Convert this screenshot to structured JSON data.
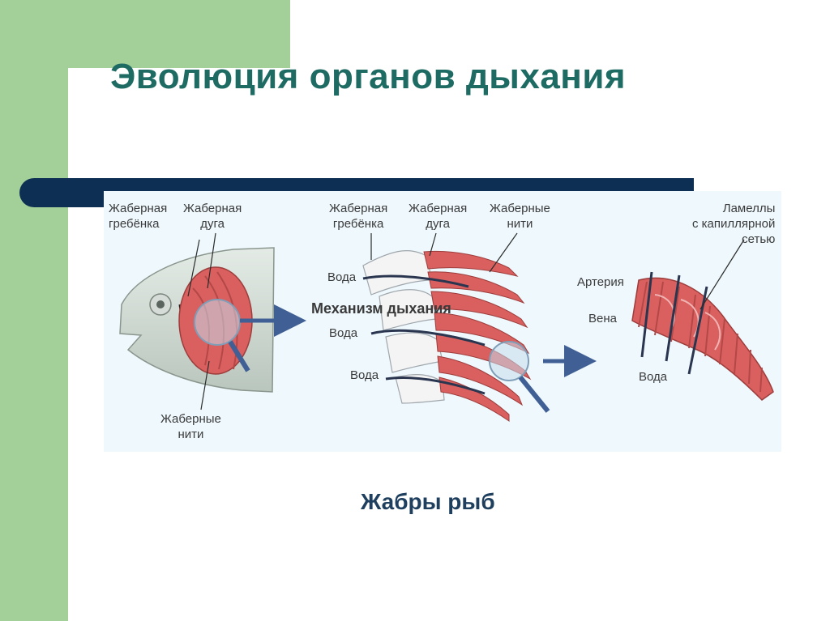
{
  "slide": {
    "title": "Эволюция органов дыхания",
    "caption": "Жабры рыб",
    "overlay_text": "Механизм дыхания"
  },
  "diagram": {
    "panel1": {
      "label_comb": [
        "Жаберная",
        "гребёнка"
      ],
      "label_arch": [
        "Жаберная",
        "дуга"
      ],
      "label_filaments": [
        "Жаберные",
        "нити"
      ]
    },
    "panel2": {
      "label_comb": [
        "Жаберная",
        "гребёнка"
      ],
      "label_arch": [
        "Жаберная",
        "дуга"
      ],
      "label_filaments": [
        "Жаберные",
        "нити"
      ],
      "water_labels": [
        "Вода",
        "Вода",
        "Вода"
      ]
    },
    "panel3": {
      "label_lamellae": [
        "Ламеллы",
        "с капиллярной",
        "сетью"
      ],
      "label_artery": "Артерия",
      "label_vein": "Вена",
      "label_water": "Вода"
    }
  },
  "colors": {
    "green": "#a3cf98",
    "navy": "#0d2f54",
    "title": "#1d6b63",
    "caption": "#1e3f5e",
    "gill_red": "#d9605f",
    "arrow_blue": "#3f5f95"
  }
}
